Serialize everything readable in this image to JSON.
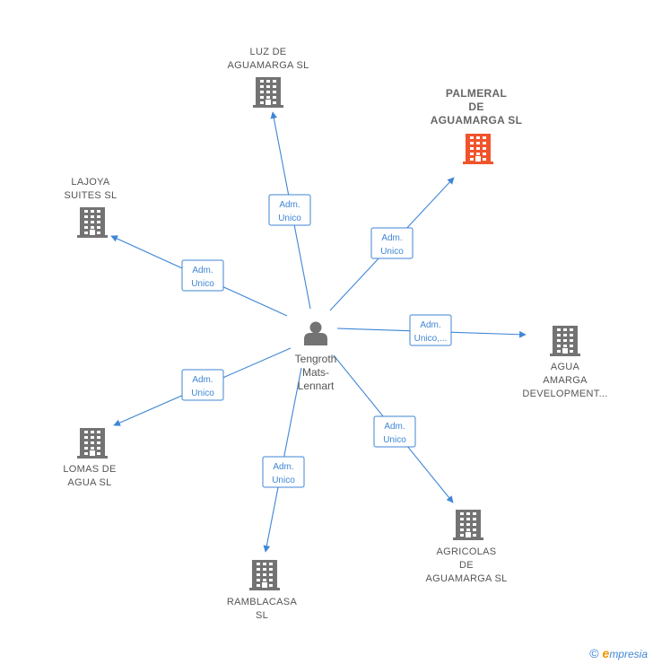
{
  "colors": {
    "edge": "#3f86d6",
    "building": "#737373",
    "highlight": "#f0542c",
    "person": "#737373"
  },
  "center": {
    "name": [
      "Tengroth",
      "Mats-",
      "Lennart"
    ],
    "icon": "person-icon"
  },
  "nodes": [
    {
      "id": "luz",
      "label": [
        "LUZ DE",
        "AGUAMARGA SL"
      ],
      "highlight": false,
      "icon": "building-icon"
    },
    {
      "id": "palmeral",
      "label": [
        "PALMERAL",
        "DE",
        "AGUAMARGA SL"
      ],
      "highlight": true,
      "icon": "building-icon"
    },
    {
      "id": "lajoya",
      "label": [
        "LAJOYA",
        "SUITES SL"
      ],
      "highlight": false,
      "icon": "building-icon"
    },
    {
      "id": "agua",
      "label": [
        "AGUA",
        "AMARGA",
        "DEVELOPMENT..."
      ],
      "highlight": false,
      "icon": "building-icon"
    },
    {
      "id": "lomas",
      "label": [
        "LOMAS DE",
        "AGUA SL"
      ],
      "highlight": false,
      "icon": "building-icon"
    },
    {
      "id": "agricolas",
      "label": [
        "AGRICOLAS",
        "DE",
        "AGUAMARGA SL"
      ],
      "highlight": false,
      "icon": "building-icon"
    },
    {
      "id": "ramblacasa",
      "label": [
        "RAMBLACASA",
        "SL"
      ],
      "highlight": false,
      "icon": "building-icon"
    }
  ],
  "edges": [
    {
      "to": "luz",
      "label": [
        "Adm.",
        "Unico"
      ]
    },
    {
      "to": "palmeral",
      "label": [
        "Adm.",
        "Unico"
      ]
    },
    {
      "to": "lajoya",
      "label": [
        "Adm.",
        "Unico"
      ]
    },
    {
      "to": "agua",
      "label": [
        "Adm.",
        "Unico,..."
      ]
    },
    {
      "to": "lomas",
      "label": [
        "Adm.",
        "Unico"
      ]
    },
    {
      "to": "agricolas",
      "label": [
        "Adm.",
        "Unico"
      ]
    },
    {
      "to": "ramblacasa",
      "label": [
        "Adm.",
        "Unico"
      ]
    }
  ],
  "footer": {
    "copyright": "©",
    "brand_initial": "e",
    "brand_rest": "mpresia"
  }
}
